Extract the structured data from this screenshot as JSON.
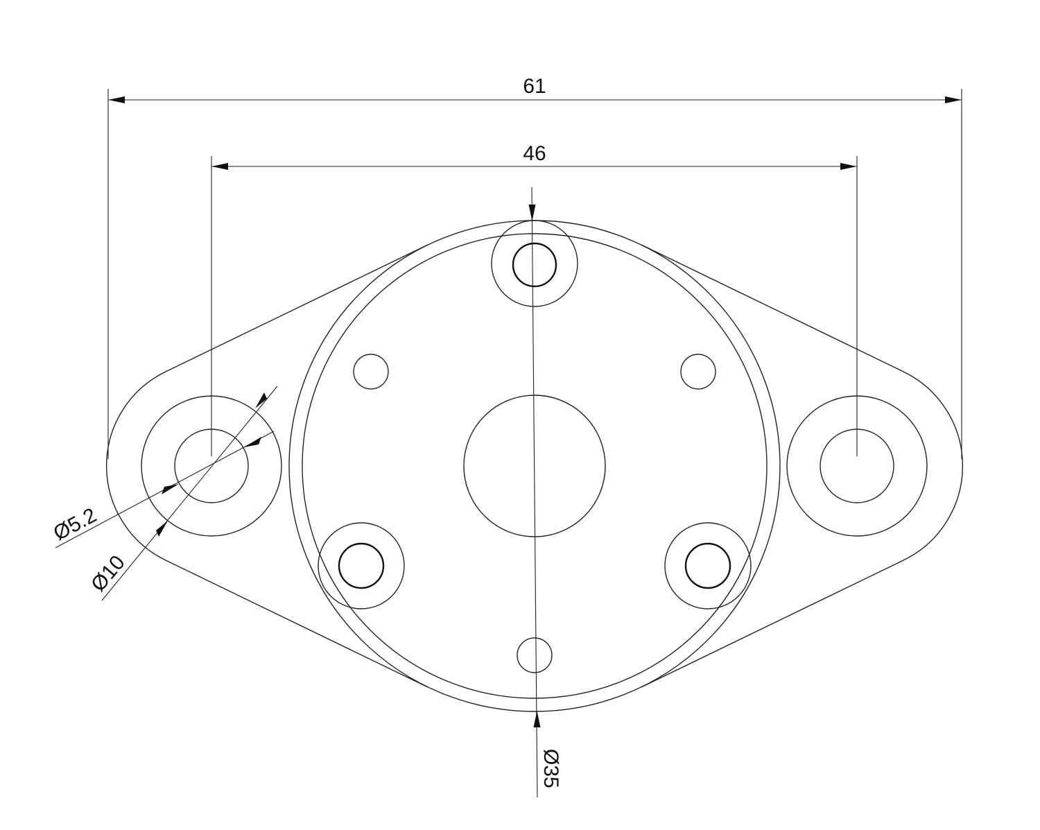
{
  "drawing": {
    "dimensions": {
      "overall_width": "61",
      "hole_spacing": "46",
      "flange_diameter": "Ø35",
      "hole_diameter": "Ø5.2",
      "boss_diameter": "Ø10"
    }
  }
}
